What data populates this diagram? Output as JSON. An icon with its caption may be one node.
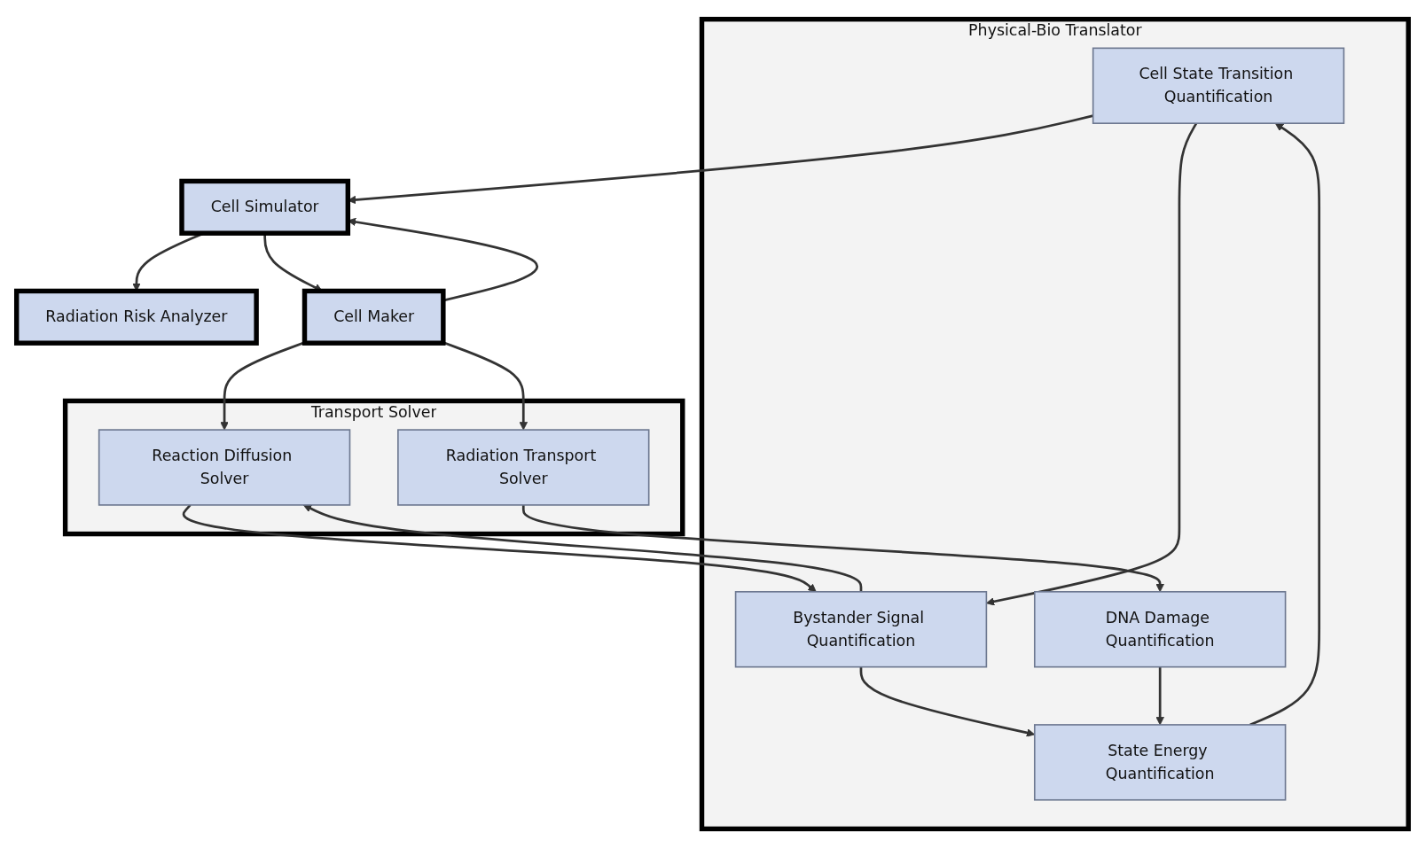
{
  "diagram": {
    "nodes": [
      {
        "text": [
          "Physical-Bio Translator"
        ]
      },
      {
        "text": [
          "Cell State Transition Quantification"
        ],
        "in": 0
      },
      {
        "text": [
          "Bystander Signal Quantification"
        ],
        "in": 0
      },
      {
        "text": [
          "State Energy Quantification"
        ],
        "in": 0
      },
      {
        "text": [
          "DNA Damage Quantification"
        ],
        "in": 0
      },
      {
        "text": [
          "Cell Simulator"
        ]
      },
      {
        "text": [
          "Radiation Risk Analyzer"
        ]
      },
      {
        "text": [
          "Cell Maker"
        ]
      },
      {
        "text": [
          "Transport Solver"
        ]
      },
      {
        "text": [
          "Reaction Diffusion Solver"
        ],
        "in": 8
      },
      {
        "text": [
          "Radiation Transport Solver"
        ],
        "in": 8
      }
    ],
    "edges": [
      {
        "from": 1,
        "to": 5,
        "arrow": "to"
      },
      {
        "from": 5,
        "to": 6,
        "arrow": "to"
      },
      {
        "from": 7,
        "to": 5,
        "arrow": "to"
      },
      {
        "from": 5,
        "to": 7,
        "arrow": "to"
      },
      {
        "from": 1,
        "to": 2,
        "arrow": "to"
      },
      {
        "from": 2,
        "to": 3,
        "arrow": "to"
      },
      {
        "from": 4,
        "to": 3,
        "arrow": "to"
      },
      {
        "from": 3,
        "to": 1,
        "arrow": "to"
      },
      {
        "from": 9,
        "to": 2,
        "arrow": "to"
      },
      {
        "from": 2,
        "to": 9,
        "arrow": "to"
      },
      {
        "from": 7,
        "to": 9,
        "arrow": "to"
      },
      {
        "from": 7,
        "to": 10,
        "arrow": "to"
      },
      {
        "from": 10,
        "to": 4,
        "arrow": "to"
      }
    ]
  }
}
